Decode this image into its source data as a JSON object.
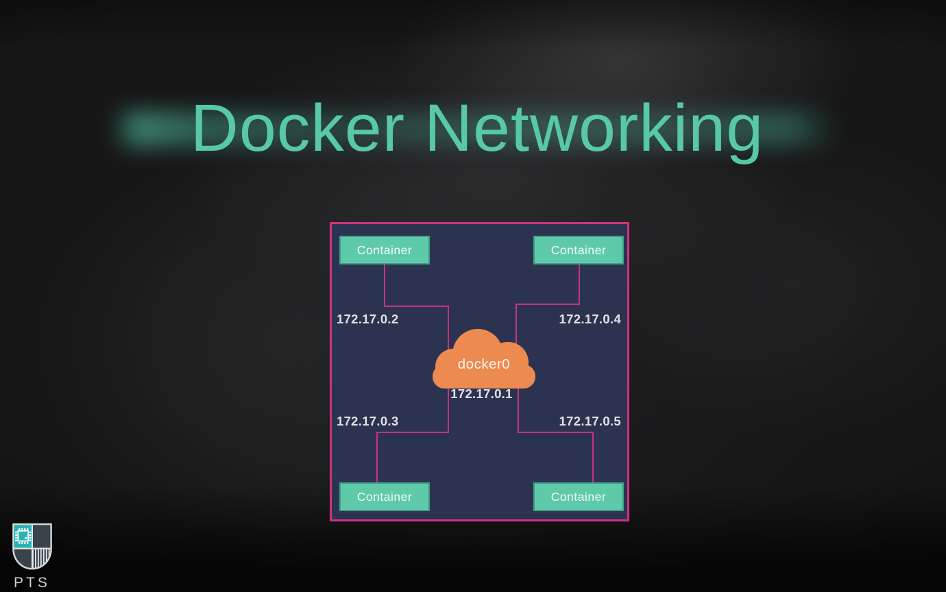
{
  "slide": {
    "title": "Docker Networking"
  },
  "diagram": {
    "bridge": {
      "label": "docker0",
      "ip": "172.17.0.1"
    },
    "containers": [
      {
        "position": "top-left",
        "label": "Container",
        "ip": "172.17.0.2"
      },
      {
        "position": "top-right",
        "label": "Container",
        "ip": "172.17.0.4"
      },
      {
        "position": "bottom-left",
        "label": "Container",
        "ip": "172.17.0.3"
      },
      {
        "position": "bottom-right",
        "label": "Container",
        "ip": "172.17.0.5"
      }
    ]
  },
  "logo": {
    "text": "PTS"
  },
  "colors": {
    "title_text": "#58c8a6",
    "title_glow": "#4fbf9e",
    "diagram_background": "#2b3350",
    "diagram_border": "#d03282",
    "connection_line": "#c93380",
    "container_fill": "#5ecaa9",
    "container_border": "#3f9e85",
    "container_text": "#f4fcf9",
    "cloud_fill": "#ec8a4f",
    "ip_text": "#e2e2e5",
    "logo_teal": "#29b2b2",
    "logo_slate": "#3a424b"
  }
}
